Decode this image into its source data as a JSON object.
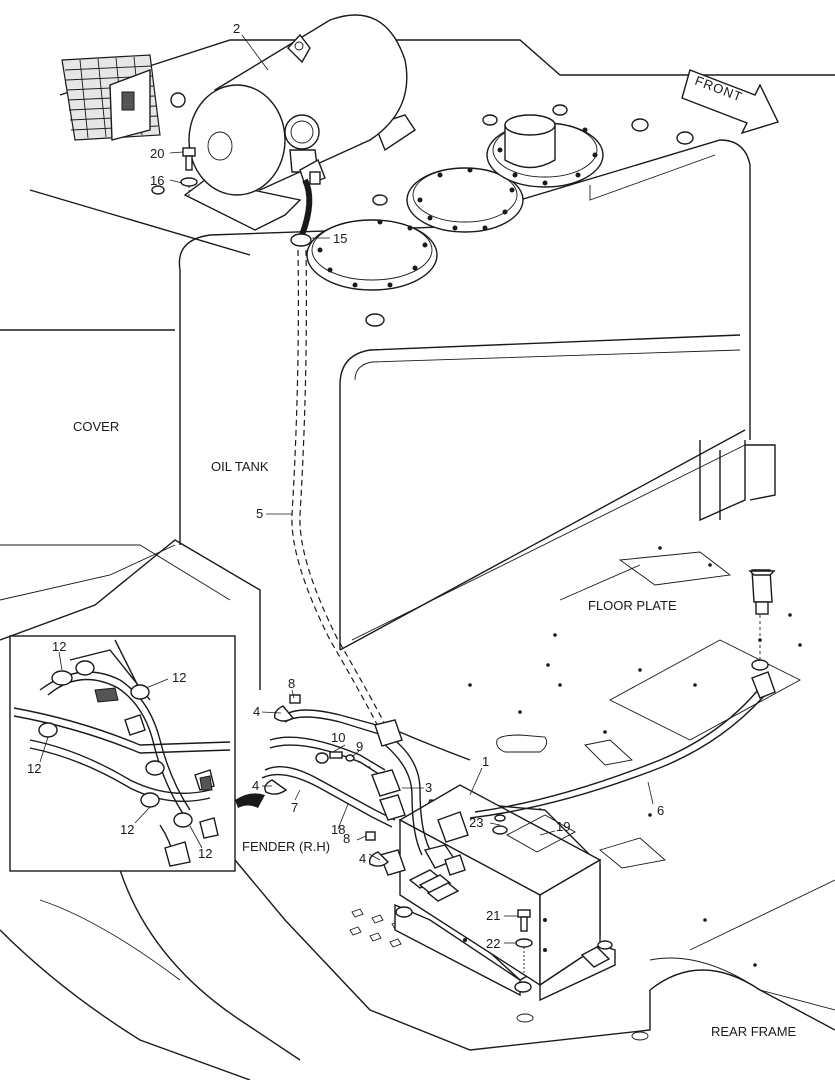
{
  "labels": {
    "cover": "COVER",
    "oil_tank": "OIL TANK",
    "floor_plate": "FLOOR PLATE",
    "fender_rh": "FENDER (R.H)",
    "rear_frame": "REAR FRAME",
    "front": "FRONT"
  },
  "callouts": {
    "p1": "1",
    "p2": "2",
    "p3": "3",
    "p4a": "4",
    "p4b": "4",
    "p4c": "4",
    "p5": "5",
    "p6": "6",
    "p7": "7",
    "p8a": "8",
    "p8b": "8",
    "p9": "9",
    "p10": "10",
    "p15": "15",
    "p16": "16",
    "p18": "18",
    "p19": "19",
    "p20": "20",
    "p21": "21",
    "p22": "22",
    "p23": "23"
  },
  "inset_callouts": {
    "c12a": "12",
    "c12b": "12",
    "c12c": "12",
    "c12d": "12",
    "c12e": "12"
  },
  "colors": {
    "line": "#1a1a1a",
    "fill_light": "#e6e6e6",
    "background": "#ffffff"
  }
}
